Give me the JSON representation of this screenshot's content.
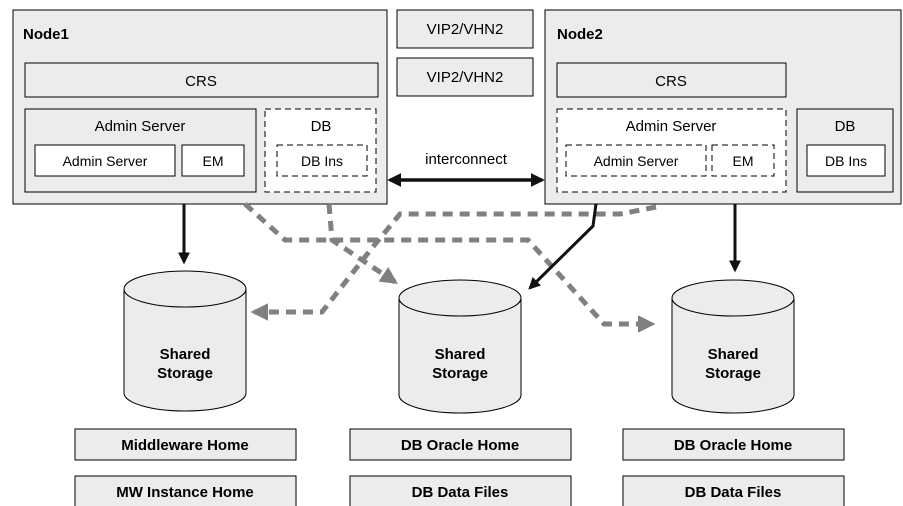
{
  "node1": {
    "title": "Node1",
    "crs": "CRS",
    "admin_group": "Admin Server",
    "admin_server": "Admin Server",
    "em": "EM",
    "db_group": "DB",
    "db_ins": "DB Ins"
  },
  "vip_labels": [
    "VIP2/VHN2",
    "VIP2/VHN2"
  ],
  "interconnect": "interconnect",
  "node2": {
    "title": "Node2",
    "crs": "CRS",
    "admin_group": "Admin Server",
    "admin_server": "Admin Server",
    "em": "EM",
    "db_group": "DB",
    "db_ins": "DB Ins"
  },
  "storage": [
    {
      "label_line1": "Shared",
      "label_line2": "Storage",
      "home": "Middleware Home",
      "files": "MW Instance Home"
    },
    {
      "label_line1": "Shared",
      "label_line2": "Storage",
      "home": "DB Oracle Home",
      "files": "DB Data Files"
    },
    {
      "label_line1": "Shared",
      "label_line2": "Storage",
      "home": "DB Oracle Home",
      "files": "DB Data Files"
    }
  ],
  "colors": {
    "panel_fill": "#ececec",
    "solid_line": "#111111",
    "dashed_line": "#808080",
    "border": "#000000"
  }
}
